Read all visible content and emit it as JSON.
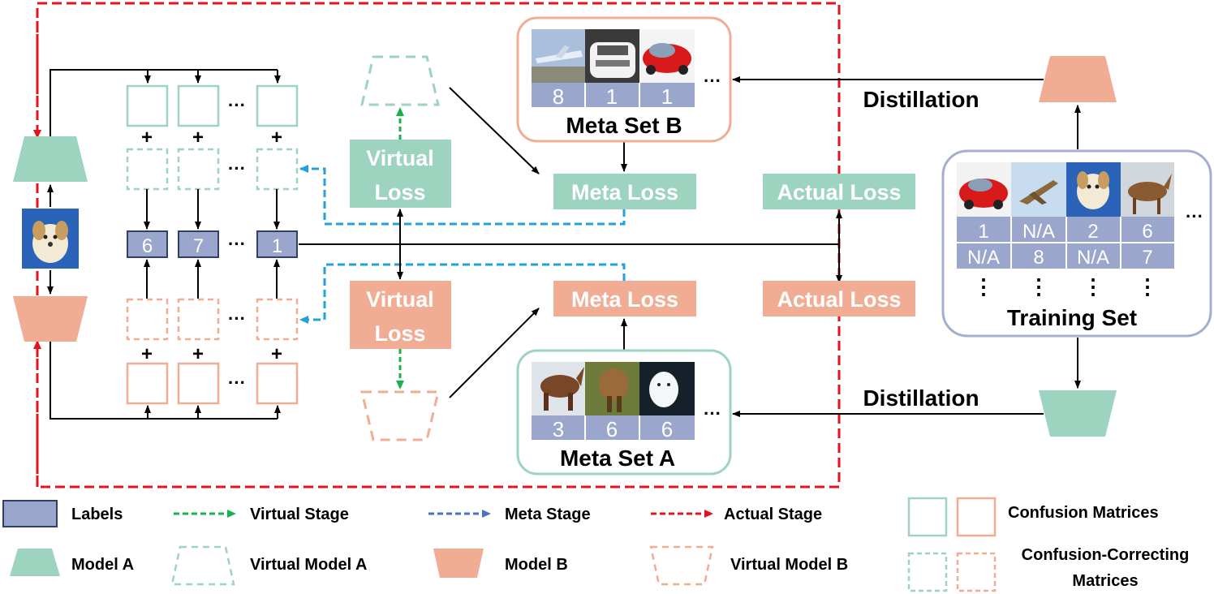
{
  "colors": {
    "teal": "#9dd4bf",
    "salmon": "#f0ad94",
    "label_blue": "#9aa6cc",
    "label_border": "#2f3f66",
    "actual_red": "#e0141e",
    "virtual_green": "#17b34a",
    "meta_blue": "#1fa3d8",
    "legend_meta_blue": "#4a72c4",
    "panel_border": "#a4aed2"
  },
  "grid": {
    "top_labels": [
      "6",
      "7",
      "1"
    ],
    "ellipsis": "···",
    "plus": "+"
  },
  "virtual_loss_top": [
    "Virtual",
    "Loss"
  ],
  "virtual_loss_bottom": [
    "Virtual",
    "Loss"
  ],
  "meta_loss_top": "Meta Loss",
  "meta_loss_bottom": "Meta Loss",
  "actual_loss_top": "Actual Loss",
  "actual_loss_bottom": "Actual Loss",
  "meta_set_b": {
    "title": "Meta Set B",
    "labels": [
      "8",
      "1",
      "1"
    ],
    "images": [
      "airplane",
      "white-car",
      "red-car"
    ],
    "ellipsis": "···"
  },
  "meta_set_a": {
    "title": "Meta Set A",
    "labels": [
      "3",
      "6",
      "6"
    ],
    "images": [
      "horse",
      "horse-2",
      "white-dog"
    ],
    "ellipsis": "···"
  },
  "training_set": {
    "title": "Training Set",
    "row1": [
      "1",
      "N/A",
      "2",
      "6"
    ],
    "row2": [
      "N/A",
      "8",
      "N/A",
      "7"
    ],
    "images": [
      "red-car",
      "jet",
      "dog",
      "deer"
    ],
    "ellipsis": "···",
    "vdots": "⋮"
  },
  "distillation_top": "Distillation",
  "distillation_bottom": "Distillation",
  "legend": {
    "labels": "Labels",
    "virtual_stage": "Virtual Stage",
    "meta_stage": "Meta Stage",
    "actual_stage": "Actual Stage",
    "confusion_matrices": "Confusion Matrices",
    "model_a": "Model A",
    "virtual_model_a": "Virtual Model A",
    "model_b": "Model B",
    "virtual_model_b": "Virtual Model B",
    "confusion_correcting_1": "Confusion-Correcting",
    "confusion_correcting_2": "Matrices"
  }
}
